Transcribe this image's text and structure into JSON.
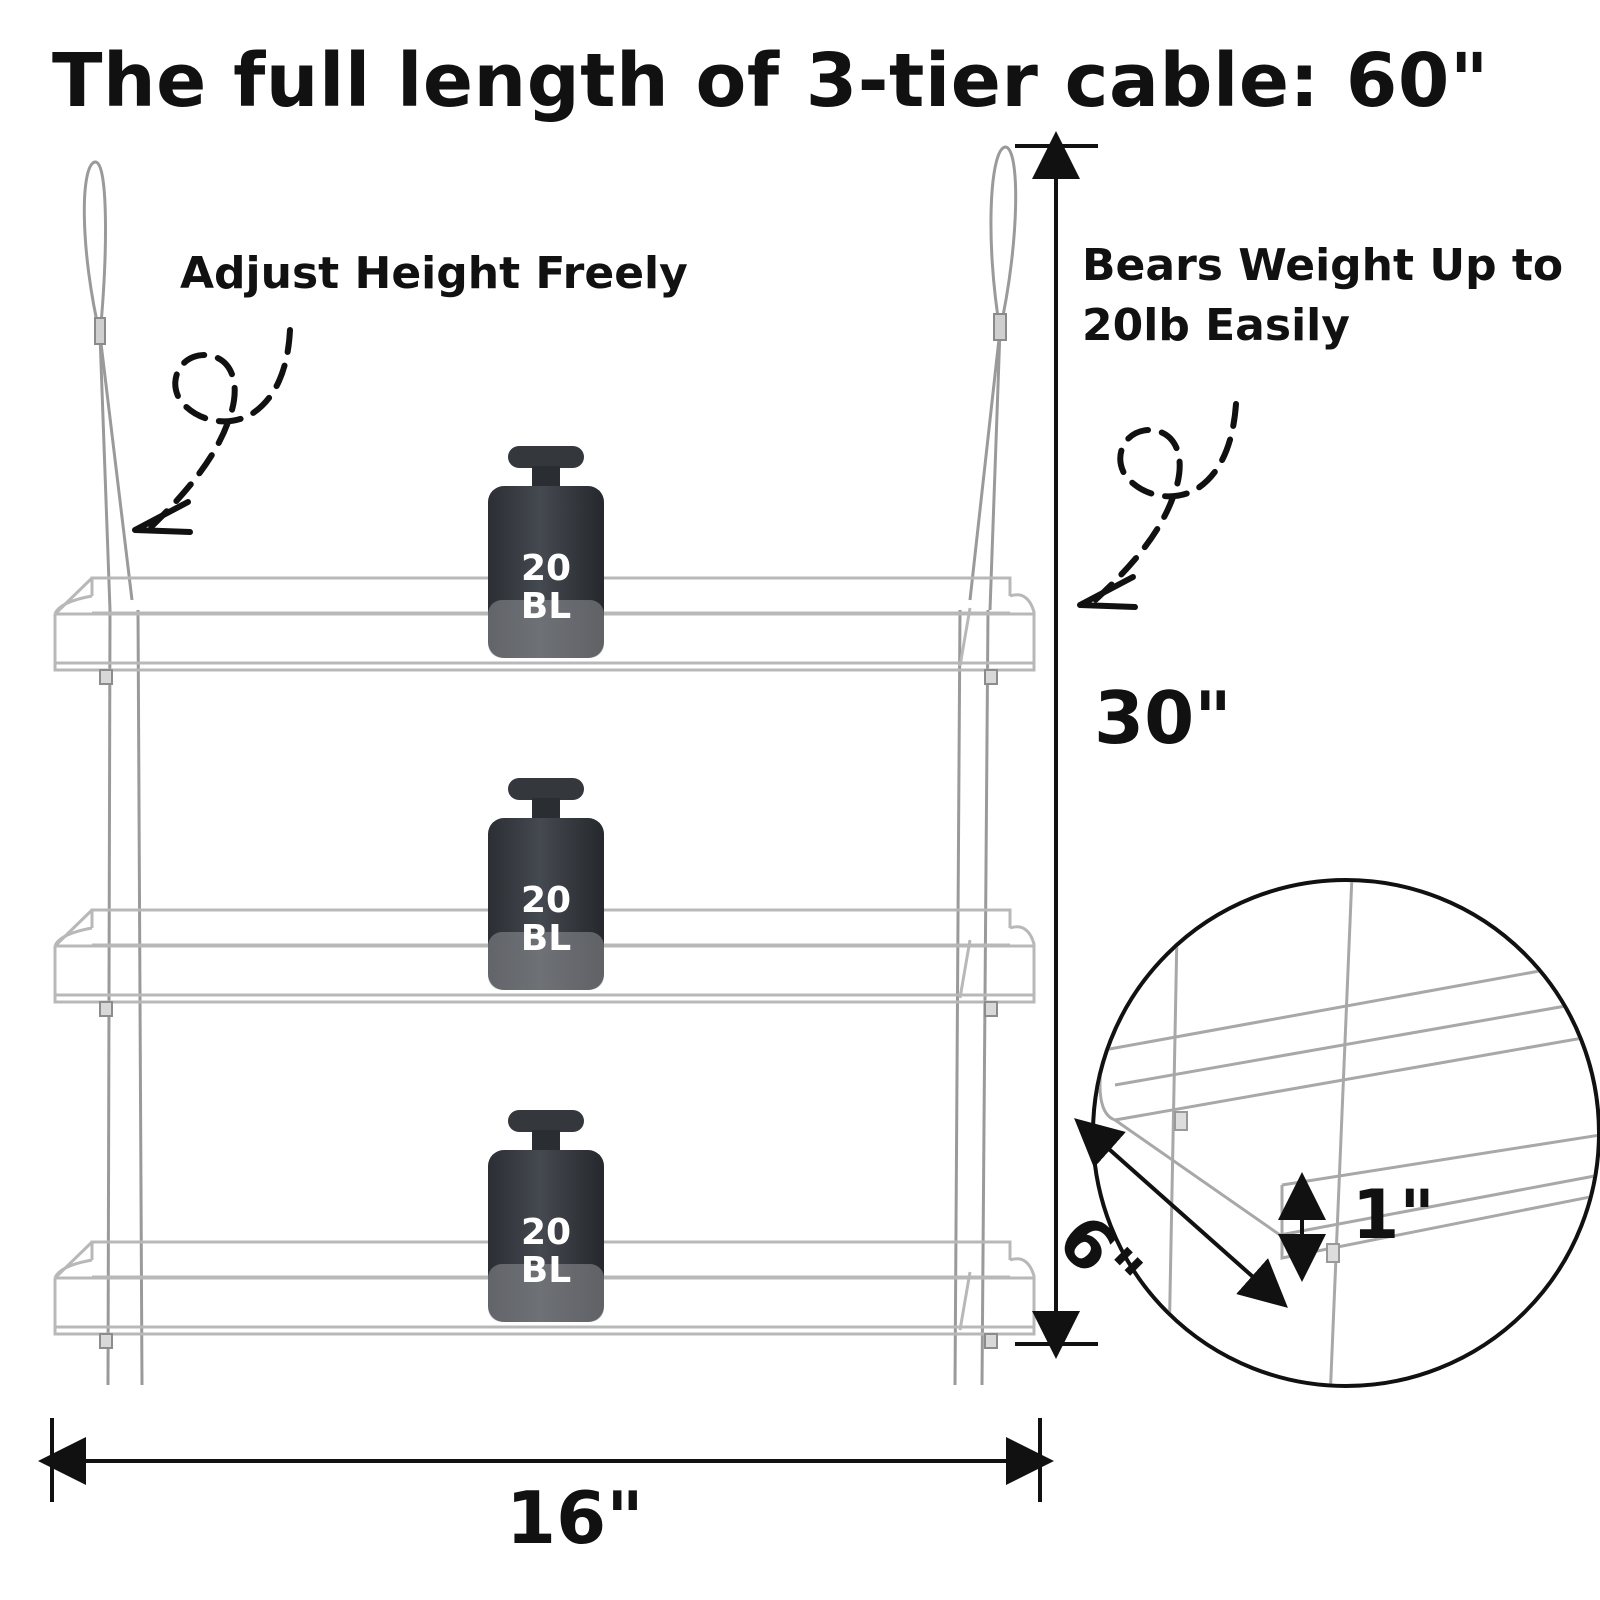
{
  "title": "The full length of 3-tier cable: 60\"",
  "annotations": {
    "adjust": "Adjust Height Freely",
    "weight": "Bears Weight Up to\n20lb Easily"
  },
  "dimensions": {
    "height": "30\"",
    "width": "16\"",
    "depth": "6\"",
    "lip": "1\""
  },
  "weight_label": {
    "number": "20",
    "unit": "BL"
  },
  "colors": {
    "text": "#111111",
    "weight_dark": "#3c3f44",
    "cable": "#9a9a9a",
    "acrylic_edge": "#b8b8b8"
  },
  "icons": [
    "loop-arrow-icon",
    "loop-arrow-icon",
    "weight-icon",
    "dimension-arrow-icon"
  ]
}
